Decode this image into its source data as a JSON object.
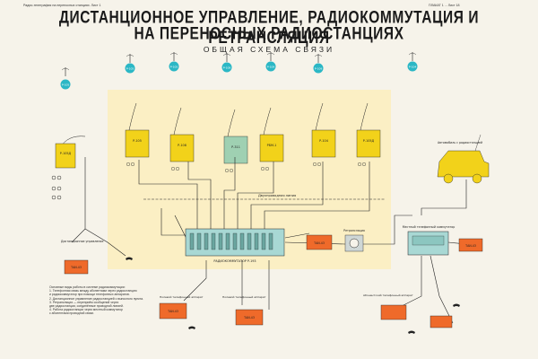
{
  "header": {
    "left_note": "Радио-телеграфия на переносных станциях. Лист 1",
    "right_note": "ПЛАКАТ 1 ... Лист 18",
    "title_line1": "ДИСТАНЦИОННОЕ УПРАВЛЕНИЕ, РАДИОКОММУТАЦИЯ И РЕТРАНСЛЯЦИЯ",
    "title_line2": "НА ПЕРЕНОСНЫХ РАДИОСТАНЦИЯХ",
    "subtitle": "ОБЩАЯ СХЕМА СВЯЗИ"
  },
  "top_stations": [
    "Р-105",
    "Р-105",
    "Р-108",
    "Р-109",
    "Р-109",
    "Р-104",
    "Р-105"
  ],
  "remote_station": "Р-105",
  "radios": [
    {
      "label": "Р-105",
      "color": "#f2d21a"
    },
    {
      "label": "Р-108",
      "color": "#f2d21a"
    },
    {
      "label": "Р-311",
      "color": "#9fd0b2"
    },
    {
      "label": "РБМ-1",
      "color": "#f2d21a"
    },
    {
      "label": "Р-104",
      "color": "#f2d21a"
    },
    {
      "label": "Р-105Д",
      "color": "#f2d21a"
    }
  ],
  "left_radio": "Р-105Д",
  "labels": {
    "two_wire_line": "Двухпроводная линия",
    "switchboard": "РАДИОКОММУТАТОР Р-193",
    "vehicle": "Автомобиль с радиостанцией",
    "remote_left": "Дистанционное управление",
    "relay_note": "Ретрансляция",
    "field_phone_1": "ТАИ-43",
    "field_phone_2": "ТАИ-43",
    "field_phone_3": "ТАИ-43",
    "field_phone_4": "ТАИ-43",
    "field_phone_5": "ТАИ-43",
    "exchange": "Местный телефонный коммутатор",
    "subscriber_1": "Полевой телефонный аппарат",
    "subscriber_2": "Полевой телефонный аппарат",
    "subscriber_3": "Абонентский телефонный аппарат"
  },
  "legend_lines": [
    "Основные виды работы в системе радиокоммутации:",
    "1. Телефонная связь между абонентами через радиостанцию",
    "   и радиокоммутатор при помощи телефонных аппаратов.",
    "2. Дистанционное управление радиостанцией с выносного пункта.",
    "3. Ретрансляция — переприём сообщений через",
    "   две радиостанции, соединённые проводной линией.",
    "4. Работа радиостанции через местный коммутатор",
    "   с абонентами проводной связи."
  ],
  "colors": {
    "panel": "#fbefc4",
    "radio": "#f2d21a",
    "teal": "#2bb7c5",
    "orange": "#ef6a2a",
    "switchboard": "#a8d8d4",
    "line": "#222222"
  }
}
